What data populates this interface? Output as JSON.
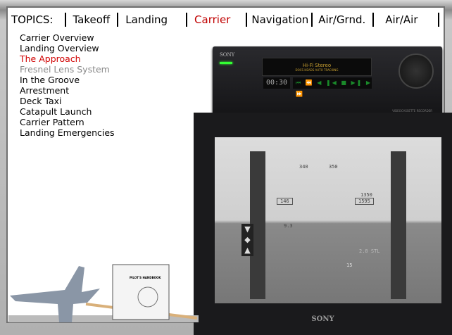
{
  "nav": {
    "label": "TOPICS:",
    "items": [
      "Takeoff",
      "Landing",
      "Carrier",
      "Navigation",
      "Air/Grnd.",
      "Air/Air"
    ],
    "active": "Carrier"
  },
  "topics": [
    "Carrier Overview",
    "Landing Overview",
    "The Approach",
    "Fresnel Lens System",
    "In the Groove",
    "Arrestment",
    "Deck Taxi",
    "Catapult Launch",
    "Carrier Pattern",
    "Landing Emergencies"
  ],
  "vcr": {
    "brand": "SONY",
    "display_line1": "Hi-Fi Stereo",
    "display_line2": "DOCS HEADS AUTO TRACKING",
    "time": "00:30",
    "controls": "⏮ ⏪ ◀ ❚◀ ■ ▶❚ ▶ ⏩",
    "model": "VIDEOCASSETTE RECORDER"
  },
  "tv": {
    "brand": "SONY"
  },
  "hud": {
    "heading_left": "340",
    "heading_right": "350",
    "airspeed": "146",
    "altitude_cmd": "1350",
    "altitude": "1595",
    "value1": "9.3",
    "value2": "2.8 STL",
    "pitch": "15"
  },
  "book": {
    "title": "PILOT'S HANDBOOK"
  }
}
